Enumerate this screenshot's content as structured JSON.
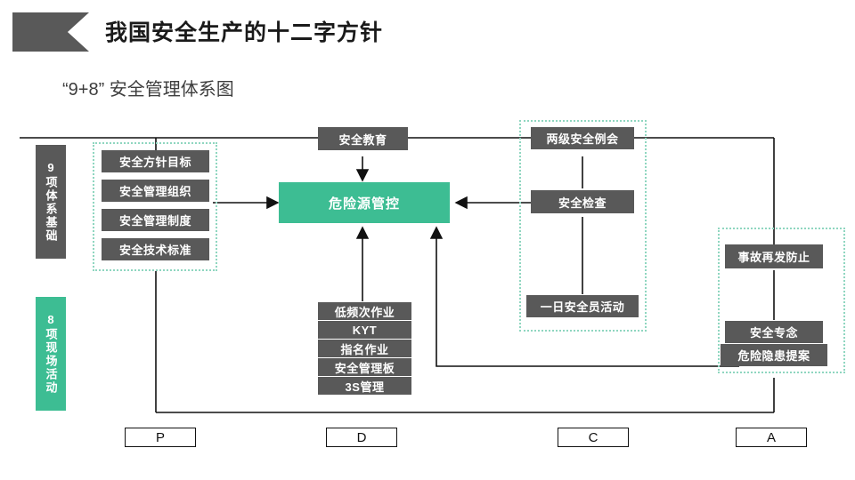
{
  "header": {
    "title": "我国安全生产的十二字方针",
    "subtitle": "“9+8” 安全管理体系图",
    "banner_icon": "ribbon-banner"
  },
  "colors": {
    "dark": "#595959",
    "green": "#3dbd93",
    "dashed_border": "#8fd6c0",
    "line": "#111111",
    "background": "#ffffff"
  },
  "sidebar": {
    "groups": [
      {
        "id": "nine-basics",
        "label": "9项体系基础",
        "color": "#595959"
      },
      {
        "id": "eight-activities",
        "label": "8项现场活动",
        "color": "#3dbd93"
      }
    ]
  },
  "diagram": {
    "center": {
      "label": "危险源管控",
      "color": "#3dbd93"
    },
    "top_center": {
      "label": "安全教育"
    },
    "left_group": {
      "items": [
        {
          "label": "安全方针目标"
        },
        {
          "label": "安全管理组织"
        },
        {
          "label": "安全管理制度"
        },
        {
          "label": "安全技术标准"
        }
      ]
    },
    "bottom_center_group": {
      "items": [
        {
          "label": "低频次作业"
        },
        {
          "label": "KYT"
        },
        {
          "label": "指名作业"
        },
        {
          "label": "安全管理板"
        },
        {
          "label": "3S管理"
        }
      ]
    },
    "right_group": {
      "items": [
        {
          "label": "两级安全例会"
        },
        {
          "label": "安全检查"
        },
        {
          "label": "一日安全员活动"
        }
      ]
    },
    "far_right_group": {
      "items": [
        {
          "label": "事故再发防止"
        },
        {
          "label": "安全专念"
        },
        {
          "label": "危险隐患提案"
        }
      ]
    }
  },
  "pdca": {
    "steps": [
      {
        "label": "P"
      },
      {
        "label": "D"
      },
      {
        "label": "C"
      },
      {
        "label": "A"
      }
    ]
  }
}
